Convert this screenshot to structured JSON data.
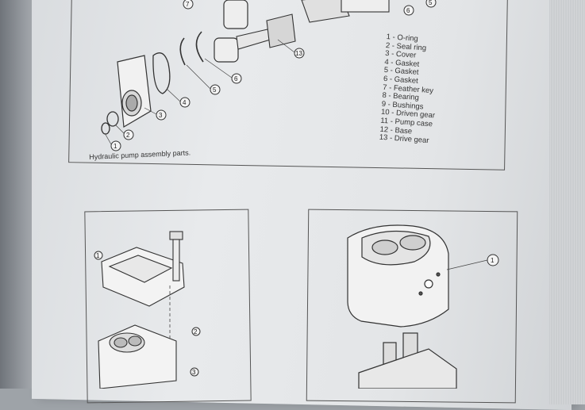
{
  "figure": {
    "legend_items": [
      "1 - O-ring",
      "2 - Seal ring",
      "3 - Cover",
      "4 - Gasket",
      "5 - Gasket",
      "6 - Gasket",
      "7 - Feather key",
      "8 - Bearing",
      "9 - Bushings",
      "10 - Driven gear",
      "11 - Pump case",
      "12 - Base",
      "13 - Drive gear"
    ],
    "caption": "Hydraulic pump assembly parts."
  },
  "callouts_top": [
    "1",
    "2",
    "3",
    "4",
    "5",
    "6",
    "7",
    "13",
    "6",
    "5"
  ],
  "callouts_bottom_left": [
    "1",
    "2",
    "3"
  ],
  "callouts_bottom_right": [
    "1"
  ]
}
